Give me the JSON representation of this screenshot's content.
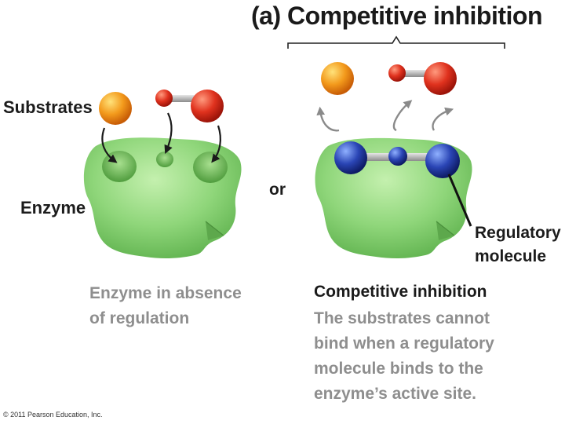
{
  "title": "(a) Competitive inhibition",
  "labels": {
    "substrates": "Substrates",
    "enzyme": "Enzyme",
    "or": "or",
    "regulatory_line1": "Regulatory",
    "regulatory_line2": "molecule"
  },
  "left_caption": {
    "line1": "Enzyme in absence",
    "line2": "of regulation"
  },
  "right_caption": {
    "heading": "Competitive inhibition",
    "line1": "The substrates cannot",
    "line2": "bind when a regulatory",
    "line3": "molecule binds to the",
    "line4": "enzyme’s active site."
  },
  "copyright": "© 2011 Pearson Education, Inc.",
  "colors": {
    "enzyme": "#8fd67a",
    "substrate_orange": "#f39a1c",
    "substrate_red": "#e0321e",
    "regulatory_blue": "#2a45b5",
    "arrow_gray": "#8a8a8a"
  }
}
